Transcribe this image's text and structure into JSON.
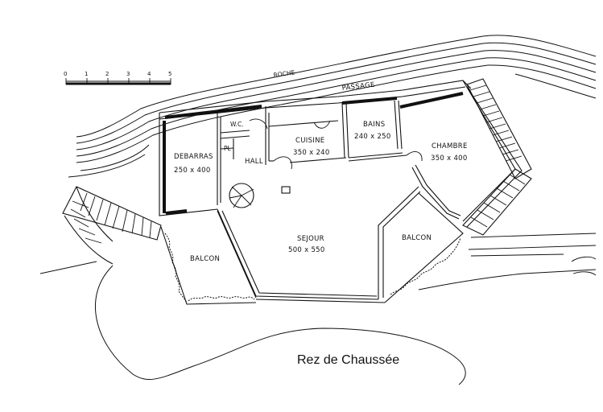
{
  "labels": {
    "roche": "ROCHE",
    "passage": "PASSAGE",
    "wc": "W.C.",
    "pl": "PL",
    "hall": "HALL",
    "debarras": "DEBARRAS",
    "debarras_dim": "250 x 400",
    "cuisine": "CUISINE",
    "cuisine_dim": "350 x 240",
    "bains": "BAINS",
    "bains_dim": "240 x 250",
    "chambre": "CHAMBRE",
    "chambre_dim": "350 x 400",
    "sejour": "SEJOUR",
    "sejour_dim": "500 x 550",
    "balcon_left": "BALCON",
    "balcon_right": "BALCON",
    "caption": "Rez de Chaussée"
  },
  "scale_bar": {
    "ticks": [
      "0",
      "1",
      "2",
      "3",
      "4",
      "5"
    ]
  },
  "colors": {
    "ink": "#111111",
    "paper": "#ffffff"
  }
}
